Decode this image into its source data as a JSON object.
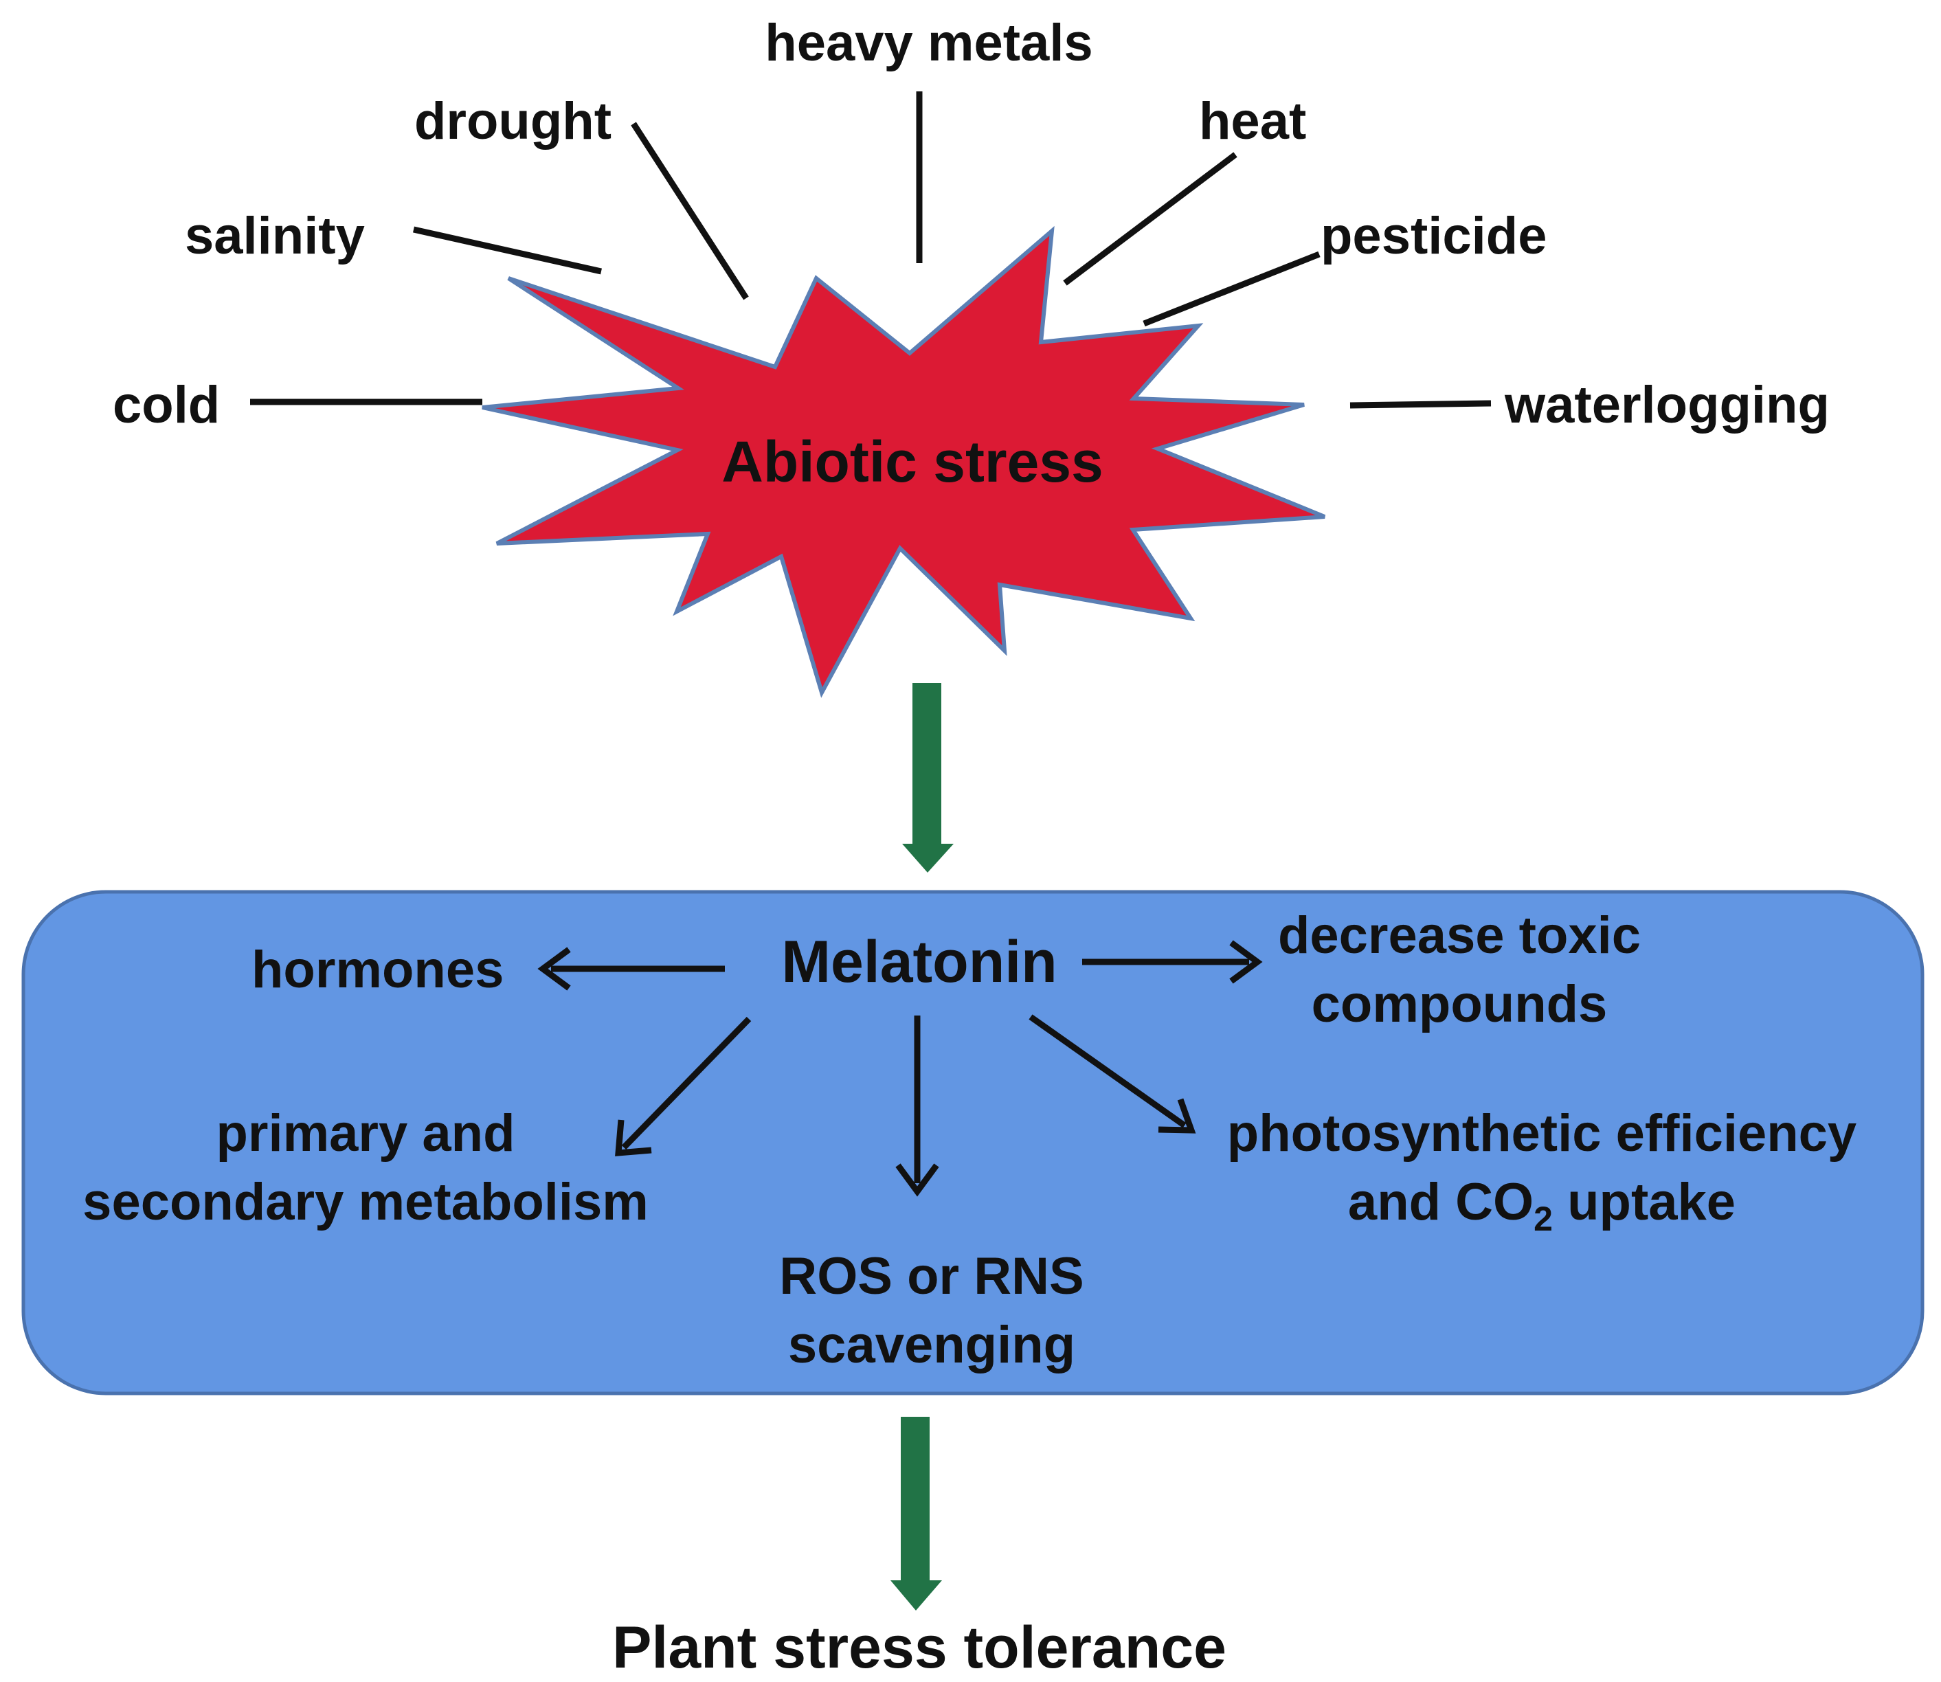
{
  "stressors": {
    "heavy_metals": "heavy metals",
    "drought": "drought",
    "heat": "heat",
    "salinity": "salinity",
    "pesticide": "pesticide",
    "cold": "cold",
    "waterlogging": "waterlogging"
  },
  "burst_label": "Abiotic stress",
  "box": {
    "title": "Melatonin",
    "hormones": "hormones",
    "decrease_toxic_line1": "decrease toxic",
    "decrease_toxic_line2": "compounds",
    "metabolism_line1": "primary and",
    "metabolism_line2": "secondary metabolism",
    "photosynthetic_line1": "photosynthetic efficiency",
    "photosynthetic_line2_prefix": "and CO",
    "photosynthetic_line2_sub": "2",
    "photosynthetic_line2_suffix": " uptake",
    "ros_line1": "ROS or RNS",
    "ros_line2": "scavenging"
  },
  "outcome": "Plant stress tolerance",
  "colors": {
    "burst_fill": "#DC1A34",
    "burst_stroke": "#5B7FB4",
    "box_fill": "#6296E3",
    "box_stroke": "#4A72AE",
    "big_arrow": "#217346",
    "line": "#111111"
  }
}
